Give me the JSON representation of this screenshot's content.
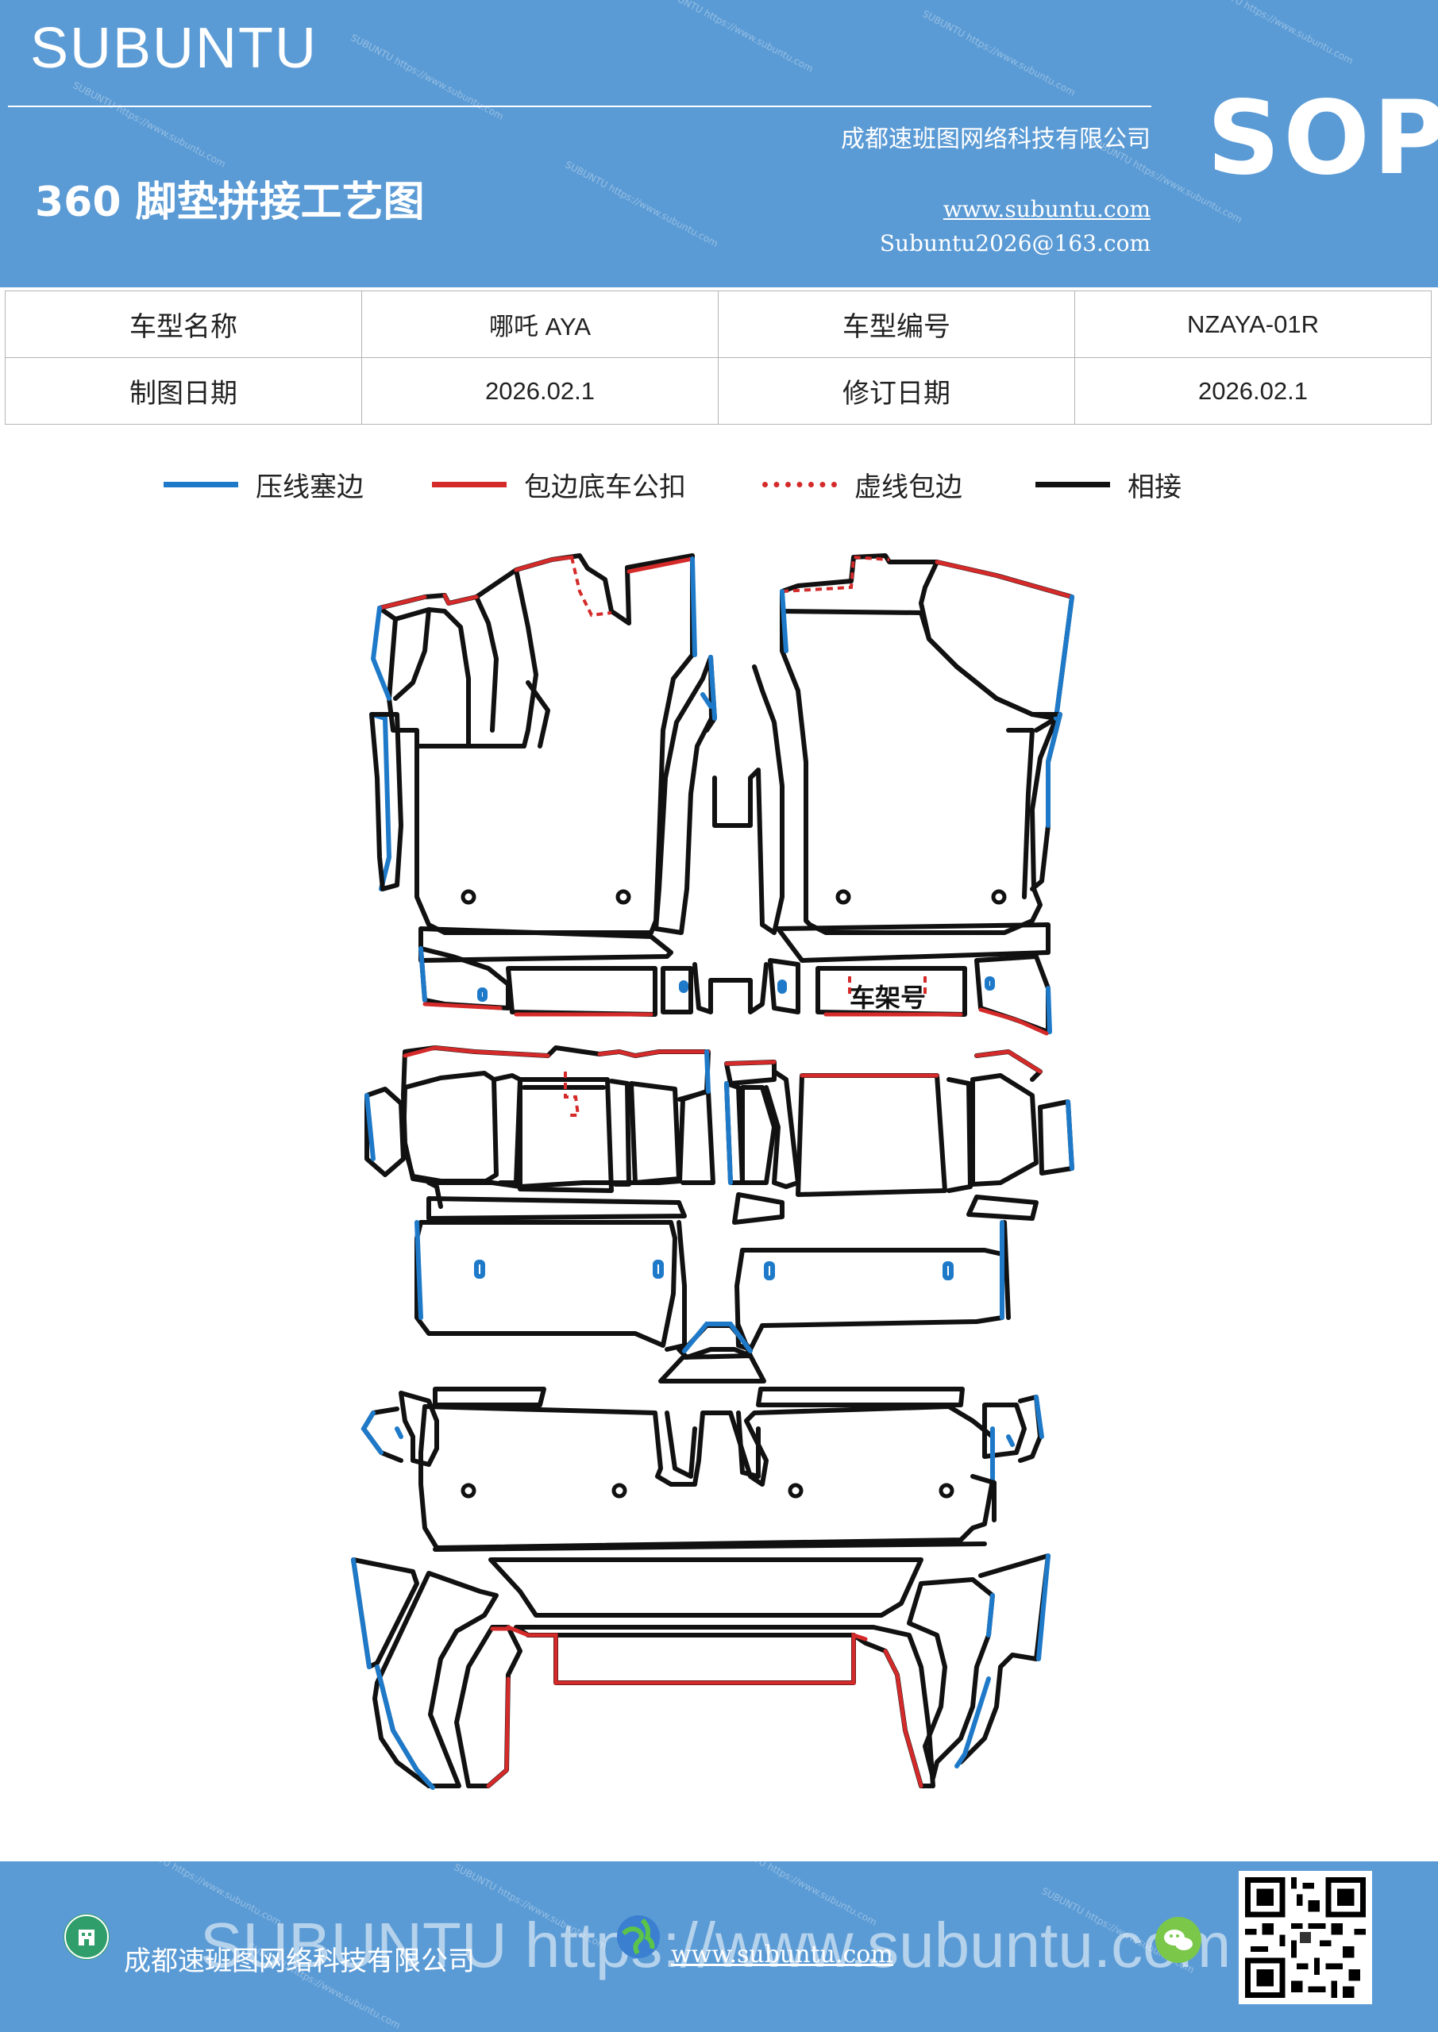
{
  "header": {
    "brand": "SUBUNTU",
    "title": "360 脚垫拼接工艺图",
    "company": "成都速班图网络科技有限公司",
    "website": "www.subuntu.com",
    "email": "Subuntu2026@163.com",
    "badge": "SOP",
    "watermark": "SUBUNTU https://www.subuntu.com"
  },
  "info": {
    "model_name_label": "车型名称",
    "model_name": "哪吒 AYA",
    "model_code_label": "车型编号",
    "model_code": "NZAYA-01R",
    "draw_date_label": "制图日期",
    "draw_date": "2026.02.1",
    "revise_date_label": "修订日期",
    "revise_date": "2026.02.1"
  },
  "legend": [
    {
      "label": "压线塞边",
      "color": "#1e7ac9",
      "style": "solid"
    },
    {
      "label": "包边底车公扣",
      "color": "#d42a2a",
      "style": "solid"
    },
    {
      "label": "虚线包边",
      "color": "#d42a2a",
      "style": "dotted"
    },
    {
      "label": "相接",
      "color": "#111111",
      "style": "solid"
    }
  ],
  "diagram": {
    "frame_label": "车架号"
  },
  "footer": {
    "company": "成都速班图网络科技有限公司",
    "url": "www.subuntu.com",
    "watermark_big": "SUBUNTU https://www.subuntu.com",
    "icons": [
      "building-icon",
      "globe-icon",
      "wechat-icon"
    ],
    "qr": "qr-code"
  },
  "colors": {
    "brand_blue": "#5b9bd5",
    "press_blue": "#1e7ac9",
    "wrap_red": "#d42a2a",
    "join_black": "#111111"
  }
}
